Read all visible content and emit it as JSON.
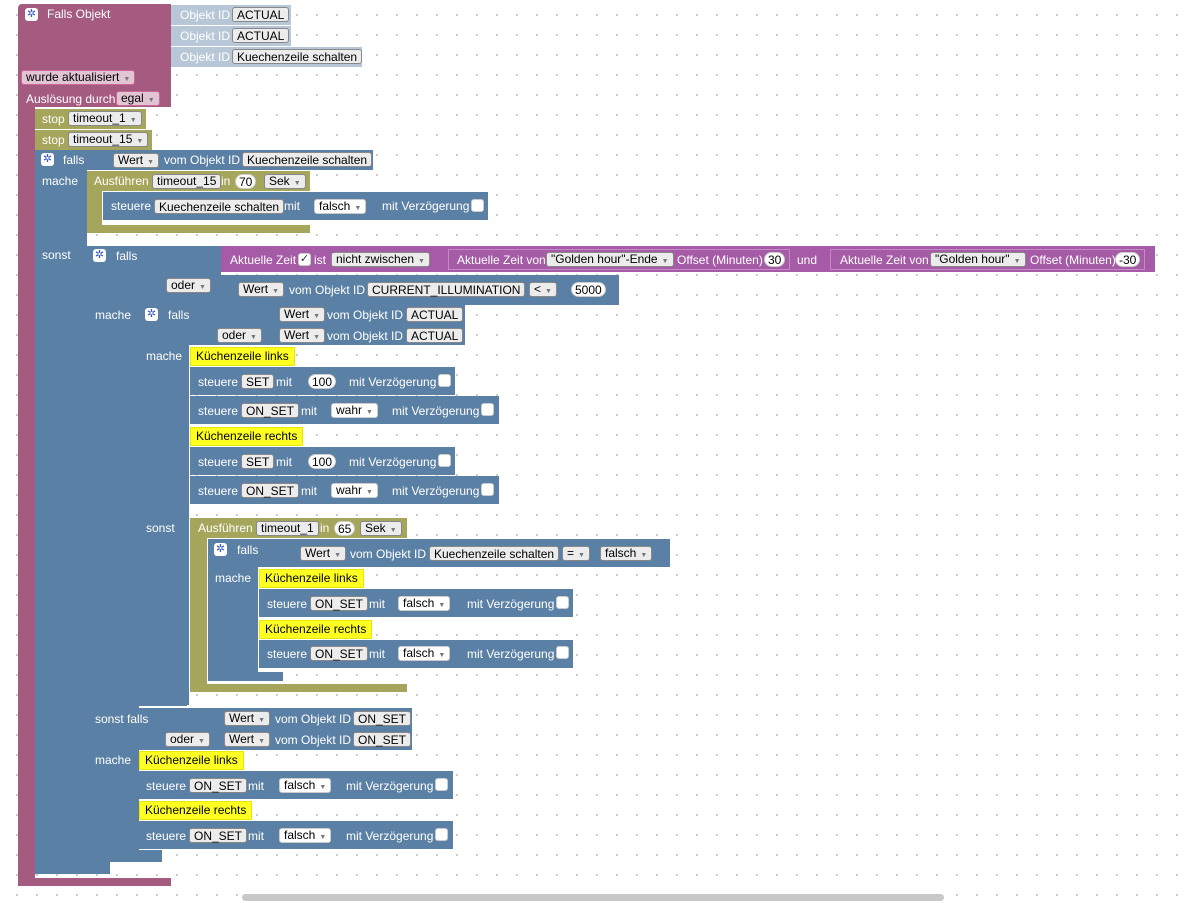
{
  "colors": {
    "event": "#a55b80",
    "control": "#5b80a5",
    "timer": "#a5a55b",
    "time": "#a55ba5",
    "object_id": "#b7c7d8",
    "comment": "#ffff22"
  },
  "icons": [
    "gear-icon",
    "check-icon",
    "dropdown-arrow-icon"
  ],
  "trigger": {
    "title": "Falls Objekt",
    "oid_label": "Objekt ID",
    "oids": [
      "ACTUAL",
      "ACTUAL",
      "Kuechenzeile schalten"
    ],
    "event": "wurde aktualisiert",
    "trigger_label": "Auslösung durch",
    "trigger_value": "egal"
  },
  "stops": [
    {
      "label": "stop",
      "value": "timeout_1"
    },
    {
      "label": "stop",
      "value": "timeout_15"
    }
  ],
  "kw": {
    "falls": "falls",
    "mache": "mache",
    "sonst": "sonst",
    "sonst_falls": "sonst falls",
    "oder": "oder",
    "und": "und",
    "wert": "Wert",
    "vom_objekt": "vom Objekt ID",
    "steuere": "steuere",
    "mit": "mit",
    "mit_verzoegerung": "mit Verzögerung",
    "ausfuehren": "Ausführen",
    "in": "in",
    "ist": "ist"
  },
  "outer_if": {
    "cond_obj": "Kuechenzeile schalten",
    "timer": {
      "name": "timeout_15",
      "delay": "70",
      "unit": "Sek"
    },
    "set": {
      "obj": "Kuechenzeile schalten",
      "value": "falsch"
    }
  },
  "time_cond": {
    "label": "Aktuelle Zeit",
    "op": "nicht zwischen",
    "from_label": "Aktuelle Zeit von",
    "from_val": "\"Golden hour\"-Ende",
    "offset_label": "Offset (Minuten)",
    "from_offset": "30",
    "to_label": "Aktuelle Zeit von",
    "to_val": "\"Golden hour\"",
    "to_offset": "-30"
  },
  "illum_cond": {
    "obj": "CURRENT_ILLUMINATION",
    "op": "<",
    "value": "5000"
  },
  "inner_if": {
    "oids": [
      "ACTUAL",
      "ACTUAL"
    ],
    "comments": [
      "Küchenzeile links",
      "Küchenzeile rechts"
    ],
    "sets": [
      {
        "obj": "SET",
        "value": "100"
      },
      {
        "obj": "ON_SET",
        "value": "wahr"
      },
      {
        "obj": "SET",
        "value": "100"
      },
      {
        "obj": "ON_SET",
        "value": "wahr"
      }
    ]
  },
  "sonst_timer": {
    "name": "timeout_1",
    "delay": "65",
    "unit": "Sek"
  },
  "nested_if": {
    "obj": "Kuechenzeile schalten",
    "op": "=",
    "value": "falsch",
    "comments": [
      "Küchenzeile links",
      "Küchenzeile rechts"
    ],
    "sets": [
      {
        "obj": "ON_SET",
        "value": "falsch"
      },
      {
        "obj": "ON_SET",
        "value": "falsch"
      }
    ]
  },
  "elseif": {
    "oids": [
      "ON_SET",
      "ON_SET"
    ],
    "comments": [
      "Küchenzeile links",
      "Küchenzeile rechts"
    ],
    "sets": [
      {
        "obj": "ON_SET",
        "value": "falsch"
      },
      {
        "obj": "ON_SET",
        "value": "falsch"
      }
    ]
  }
}
